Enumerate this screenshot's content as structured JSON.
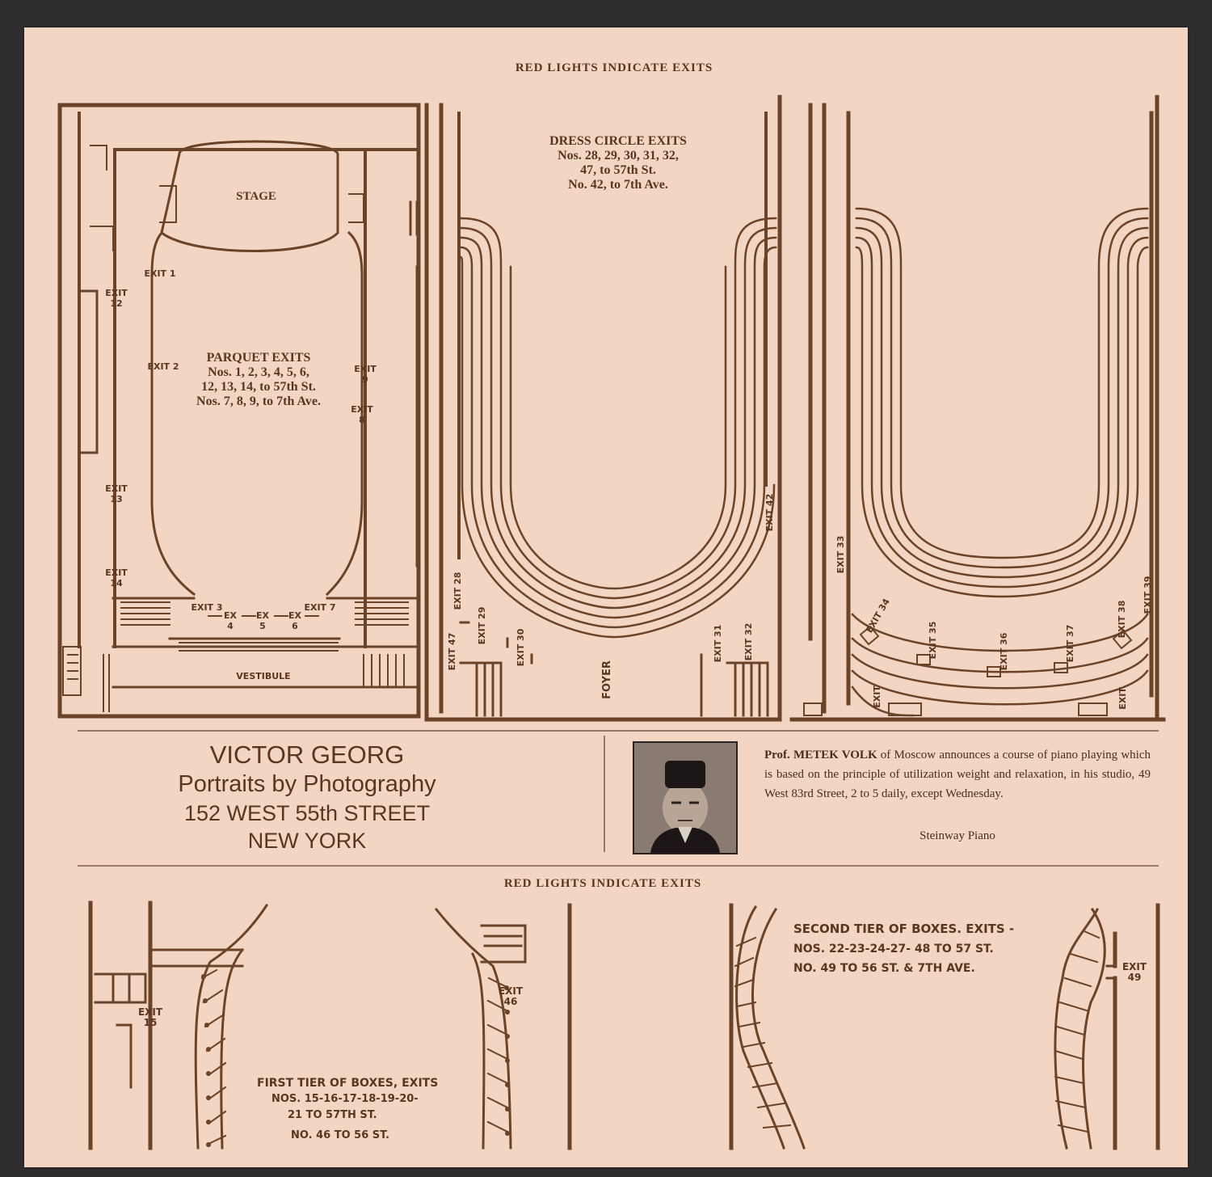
{
  "header_top": "RED LIGHTS INDICATE EXITS",
  "header_bottom": "RED LIGHTS INDICATE EXITS",
  "parquet": {
    "stage": "STAGE",
    "vestibule": "VESTIBULE",
    "title": "PARQUET EXITS",
    "lines": [
      "Nos. 1, 2, 3, 4, 5, 6,",
      "12, 13, 14, to 57th St.",
      "Nos. 7, 8, 9, to 7th Ave."
    ],
    "exit_1": "EXIT 1",
    "exit_2": "EXIT 2",
    "exit_3": "EXIT 3",
    "exit_4": "EX 4",
    "exit_5": "EX 5",
    "exit_6": "EX 6",
    "exit_7": "EXIT 7",
    "exit_8": "EXIT 8",
    "exit_9": "EXIT 9",
    "exit_12": "EXIT 12",
    "exit_13": "EXIT 13",
    "exit_14": "EXIT 14"
  },
  "dress_circle": {
    "title": "DRESS CIRCLE EXITS",
    "lines": [
      "Nos. 28, 29, 30, 31, 32,",
      "47, to 57th St.",
      "No. 42, to 7th Ave."
    ],
    "foyer": "FOYER",
    "exit_28": "EXIT 28",
    "exit_29": "EXIT 29",
    "exit_30": "EXIT 30",
    "exit_31": "EXIT 31",
    "exit_32": "EXIT 32",
    "exit_42": "EXIT 42",
    "exit_47": "EXIT 47"
  },
  "balcony": {
    "exit_33": "EXIT 33",
    "exit_34": "EXIT 34",
    "exit_35": "EXIT 35",
    "exit_36": "EXIT 36",
    "exit_37": "EXIT 37",
    "exit_38": "EXIT 38",
    "exit_39": "EXIT 39",
    "exit_left": "EXIT",
    "exit_right": "EXIT"
  },
  "ad_georg": {
    "name": "VICTOR GEORG",
    "line1": "Portraits by Photography",
    "line2": "152 WEST 55th STREET",
    "line3": "NEW YORK"
  },
  "ad_volk": {
    "prefix": "Prof.",
    "name": "METEK VOLK",
    "body": " of Moscow announces a course of piano playing which is based on the principle of utilization weight and relaxation, in his studio, 49 West 83rd Street, 2 to 5 daily, except Wednesday.",
    "footer": "Steinway Piano"
  },
  "first_tier": {
    "title": "FIRST TIER OF BOXES, EXITS",
    "line1": "NOS. 15-16-17-18-19-20-",
    "line2": "21 TO 57TH ST.",
    "line3": "NO. 46 TO 56 ST.",
    "exit_15": "EXIT 15",
    "exit_46": "EXIT 46"
  },
  "second_tier": {
    "title": "SECOND TIER OF BOXES. EXITS -",
    "line1": "NOS. 22-23-24-27- 48 TO 57 ST.",
    "line2": "NO. 49 TO 56 ST. & 7TH AVE.",
    "exit_49": "EXIT 49"
  }
}
